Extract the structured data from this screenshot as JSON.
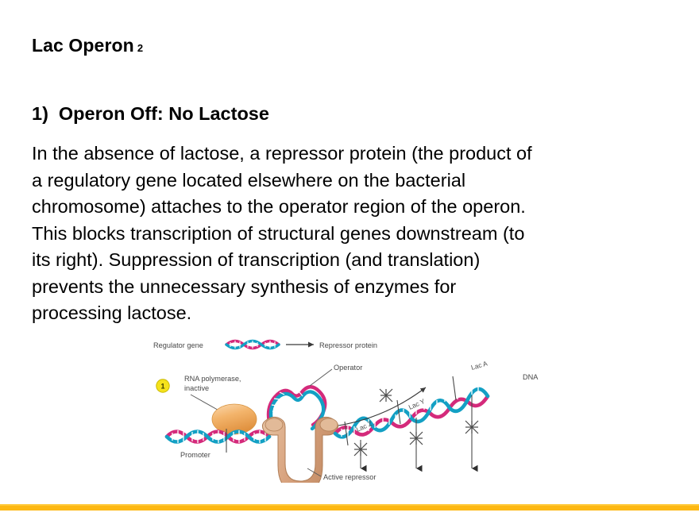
{
  "slide": {
    "title": "Lac Operon",
    "title_suffix": "2",
    "background_color": "#FFFFFF"
  },
  "heading": {
    "number": "1)",
    "text": "Operon Off: No Lactose"
  },
  "body": {
    "full_text": "In the absence of lactose, a repressor protein (the product of a regulatory gene located elsewhere on the bacterial chromosome) attaches to the operator region of the operon. This blocks transcription of structural genes downstream (to its right). Suppression of transcription (and translation) prevents the unnecessary synthesis of enzymes for processing lactose.",
    "lines": [
      "In the absence of lactose, a repressor protein (the product of",
      "a regulatory gene located elsewhere on the bacterial",
      "chromosome) attaches to the operator region of the operon.",
      "This blocks transcription of structural genes downstream (to",
      "its right). Suppression of transcription (and translation)",
      "prevents the unnecessary synthesis of enzymes for",
      "processing lactose."
    ]
  },
  "figure": {
    "name": "lac-operon-repressed-diagram",
    "step_number": "1",
    "labels": {
      "regulator_gene": "Regulator gene",
      "repressor_protein": "Repressor protein",
      "rna_polymerase": "RNA polymerase,",
      "rna_polymerase_2": "inactive",
      "operator": "Operator",
      "promoter": "Promoter",
      "active_repressor": "Active repressor",
      "dna": "DNA",
      "lac_z": "Lac Z",
      "lac_y": "Lac Y",
      "lac_a": "Lac A"
    },
    "colors": {
      "dna_strand_pink": "#D42A7B",
      "dna_strand_cyan": "#13A0C4",
      "dna_rung": "#FFFFFF",
      "repressor_tan": "#D7A482",
      "repressor_tan_light": "#EBC9AE",
      "polymerase_orange": "#F0A552",
      "polymerase_orange_light": "#FBD2A3",
      "label_gray": "#474747",
      "step_badge_yellow": "#F5E21C"
    }
  },
  "accent_bar": {
    "color": "#FDB813",
    "highlight_color": "#FFC938"
  }
}
